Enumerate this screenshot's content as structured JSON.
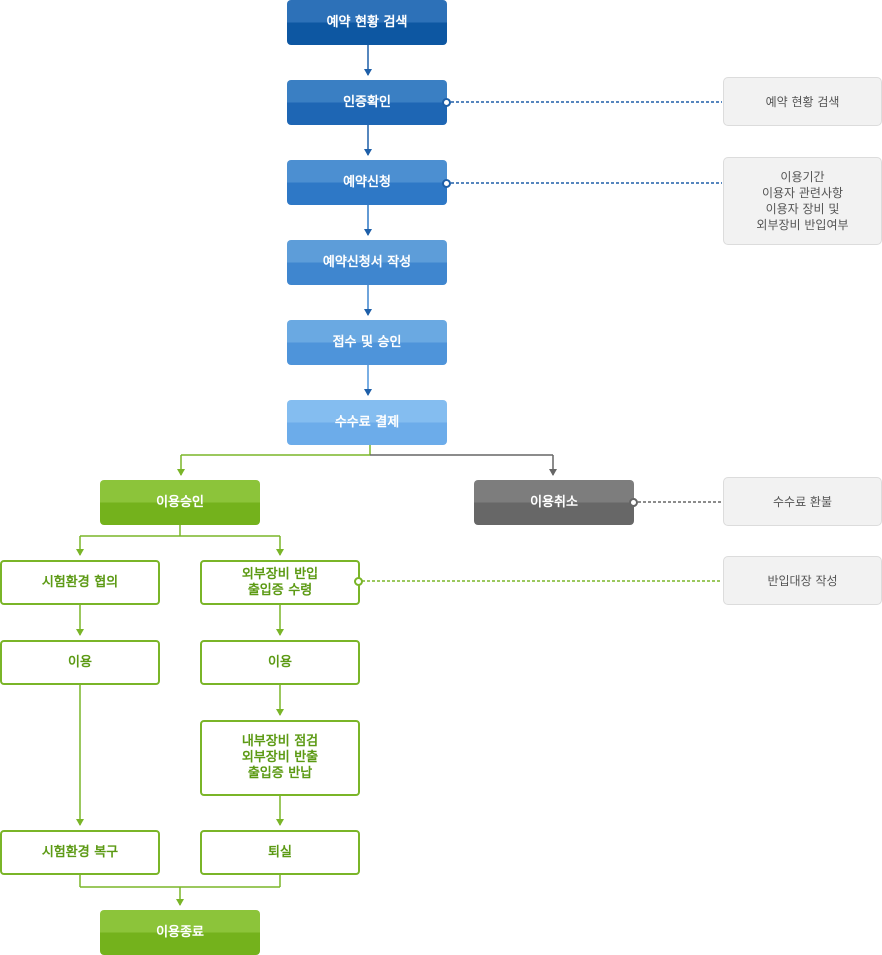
{
  "flow": {
    "step1": "예약 현황 검색",
    "step2": "인증확인",
    "step3": "예약신청",
    "step4": "예약신청서 작성",
    "step5": "접수 및 승인",
    "step6": "수수료 결제",
    "approve": "이용승인",
    "cancel": "이용취소",
    "left": {
      "consult": "시험환경 협의",
      "use": "이용",
      "restore": "시험환경 복구"
    },
    "right": {
      "pass_lines": [
        "외부장비 반입",
        "출입증 수령"
      ],
      "use": "이용",
      "check_lines": [
        "내부장비 점검",
        "외부장비 반출",
        "출입증 반납"
      ],
      "exit": "퇴실"
    },
    "end": "이용종료"
  },
  "notes": {
    "auth": "예약 현황 검색",
    "apply_lines": [
      "이용기간",
      "이용자 관련사항",
      "이용자 장비 및",
      "외부장비 반입여부"
    ],
    "cancel": "수수료 환불",
    "pass": "반입대장 작성"
  },
  "colors": {
    "blue_arrow": "#1e5fa8",
    "green": "#7ab528",
    "gray": "#666666"
  }
}
